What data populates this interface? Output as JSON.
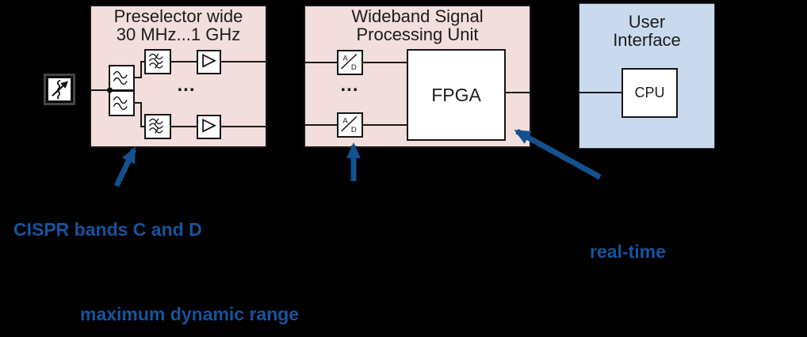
{
  "colors": {
    "background": "#000000",
    "panel_pink": "#f2dedd",
    "panel_blue": "#c9daee",
    "diagram_line": "#1a1a1a",
    "arrow_blue": "#15508f",
    "annotation_blue": "#17539e"
  },
  "icons": {
    "antenna": "impulse-arrow-icon",
    "filter_stage1": "lowpass-filter-icon",
    "filter_stage2": "bandpass-filter-icon",
    "amplifier": "amplifier-icon",
    "adc": "analog-digital-converter-icon"
  },
  "preselector": {
    "title_line1": "Preselector wide",
    "title_line2": "30 MHz...1 GHz",
    "ellipsis": "..."
  },
  "wideband": {
    "title_line1": "Wideband Signal",
    "title_line2": "Processing Unit",
    "adc_a": "A",
    "adc_d": "D",
    "ellipsis": "...",
    "fpga_label": "FPGA"
  },
  "user_interface": {
    "title_line1": "User",
    "title_line2": "Interface",
    "cpu_label": "CPU"
  },
  "annotations": {
    "cispr": "CISPR bands C and D",
    "realtime": "real-time",
    "max_dynamic_range": "maximum dynamic range"
  }
}
